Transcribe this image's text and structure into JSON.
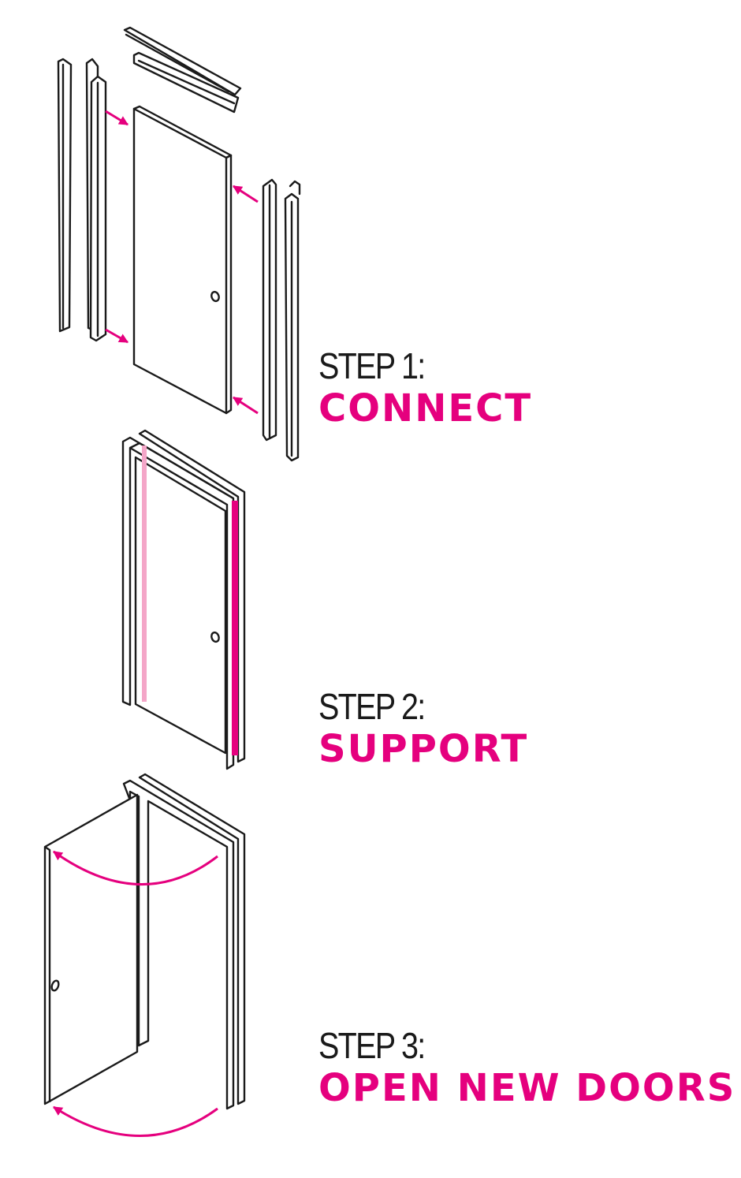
{
  "accent_color": "#e5007e",
  "steps": [
    {
      "label": "STEP 1:",
      "title": "CONNECT"
    },
    {
      "label": "STEP 2:",
      "title": "SUPPORT"
    },
    {
      "label": "STEP 3:",
      "title": "OPEN NEW DOORS"
    }
  ],
  "icons": [
    "door-frame-parts-exploded-icon",
    "assembled-door-frame-icon",
    "open-door-in-frame-icon",
    "magenta-arrow-icon"
  ]
}
